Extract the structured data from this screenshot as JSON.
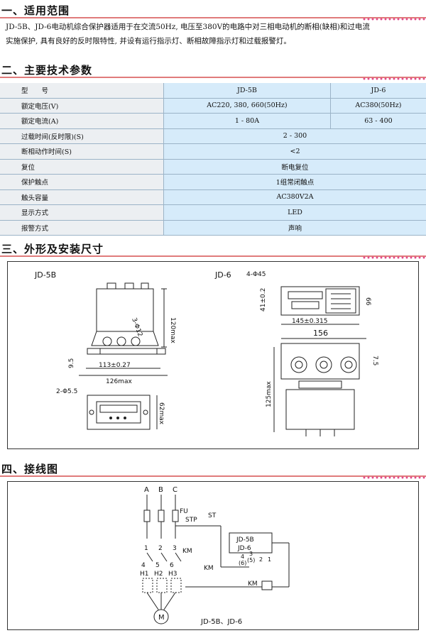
{
  "sections": {
    "s1": "一、适用范围",
    "s2": "二、主要技术参数",
    "s3": "三、外形及安装尺寸",
    "s4": "四、接线图"
  },
  "intro": {
    "line1": "JD-5B、JD-6电动机综合保护器适用于在交流50Hz, 电压至380V的电路中对三相电动机的断相(缺相)和过电流",
    "line2": "实施保护, 具有良好的反时限特性, 并设有运行指示灯、断相故障指示灯和过载报警灯。"
  },
  "spec_table": {
    "rows": [
      {
        "label": "型　　号",
        "jd5b": "JD-5B",
        "jd6": "JD-6"
      },
      {
        "label": "额定电压(V)",
        "jd5b": "AC220, 380, 660(50Hz)",
        "jd6": "AC380(50Hz)"
      },
      {
        "label": "额定电流(A)",
        "jd5b": "1 - 80A",
        "jd6": "63 - 400"
      },
      {
        "label": "过载时间(反时限)(S)",
        "both": "2 - 300"
      },
      {
        "label": "断相动作时间(S)",
        "both": "<2"
      },
      {
        "label": "复位",
        "both": "断电复位"
      },
      {
        "label": "保护触点",
        "both": "1组常闭触点"
      },
      {
        "label": "触头容量",
        "both": "AC380V2A"
      },
      {
        "label": "显示方式",
        "both": "LED"
      },
      {
        "label": "报警方式",
        "both": "声响"
      }
    ]
  },
  "dimensions": {
    "jd5b_label": "JD-5B",
    "jd6_label": "JD-6",
    "d_120max": "120max",
    "d_phi12": "3-Φ12",
    "d_95": "9.5",
    "d_113": "113±0.27",
    "d_126max": "126max",
    "d_2phi55": "2-Φ5.5",
    "d_62max": "62max",
    "d_4phi45": "4-Φ45",
    "d_41": "41±0.2",
    "d_66": "66",
    "d_145": "145±0.315",
    "d_156": "156",
    "d_75": "7.5",
    "d_125max": "125max"
  },
  "wiring": {
    "a": "A",
    "b": "B",
    "c": "C",
    "fu": "FU",
    "stp": "STP",
    "st": "ST",
    "km": "KM",
    "t1": "1",
    "t2": "2",
    "t3": "3",
    "t4": "4",
    "t5": "5",
    "t6": "6",
    "h1": "H1",
    "h2": "H2",
    "h3": "H3",
    "dev1": "JD-5B",
    "dev2": "JD-6",
    "p4": "4",
    "p6": "(6)",
    "p3": "3",
    "p5": "(5)",
    "p2": "2",
    "p1": "1",
    "motor": "M",
    "caption": "JD-5B、JD-6"
  }
}
